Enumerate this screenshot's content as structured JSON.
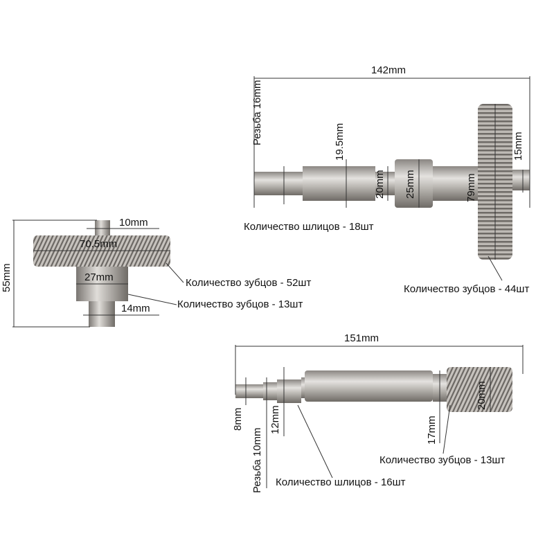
{
  "part_top_right": {
    "length": "142mm",
    "thread": "Резьба 16mm",
    "spline_dia": "19.5mm",
    "dia_20": "20mm",
    "dia_25": "25mm",
    "gear_dia": "79mm",
    "end_dia": "15mm",
    "splines_count": "Количество шлицов - 18шт",
    "teeth_count": "Количество зубцов - 44шт"
  },
  "part_left": {
    "height": "55mm",
    "top_dia": "10mm",
    "gear_dia": "70.5mm",
    "pinion_dia": "27mm",
    "bottom_dia": "14mm",
    "big_teeth_count": "Количество зубцов - 52шт",
    "small_teeth_count": "Количество зубцов - 13шт"
  },
  "part_bottom": {
    "length": "151mm",
    "end_dia": "8mm",
    "thread": "Резьба 10mm",
    "spline_dia": "12mm",
    "shaft_dia": "17mm",
    "gear_dia": "20mm",
    "teeth_count": "Количество зубцов - 13шт",
    "splines_count": "Количество шлицов - 16шт"
  }
}
